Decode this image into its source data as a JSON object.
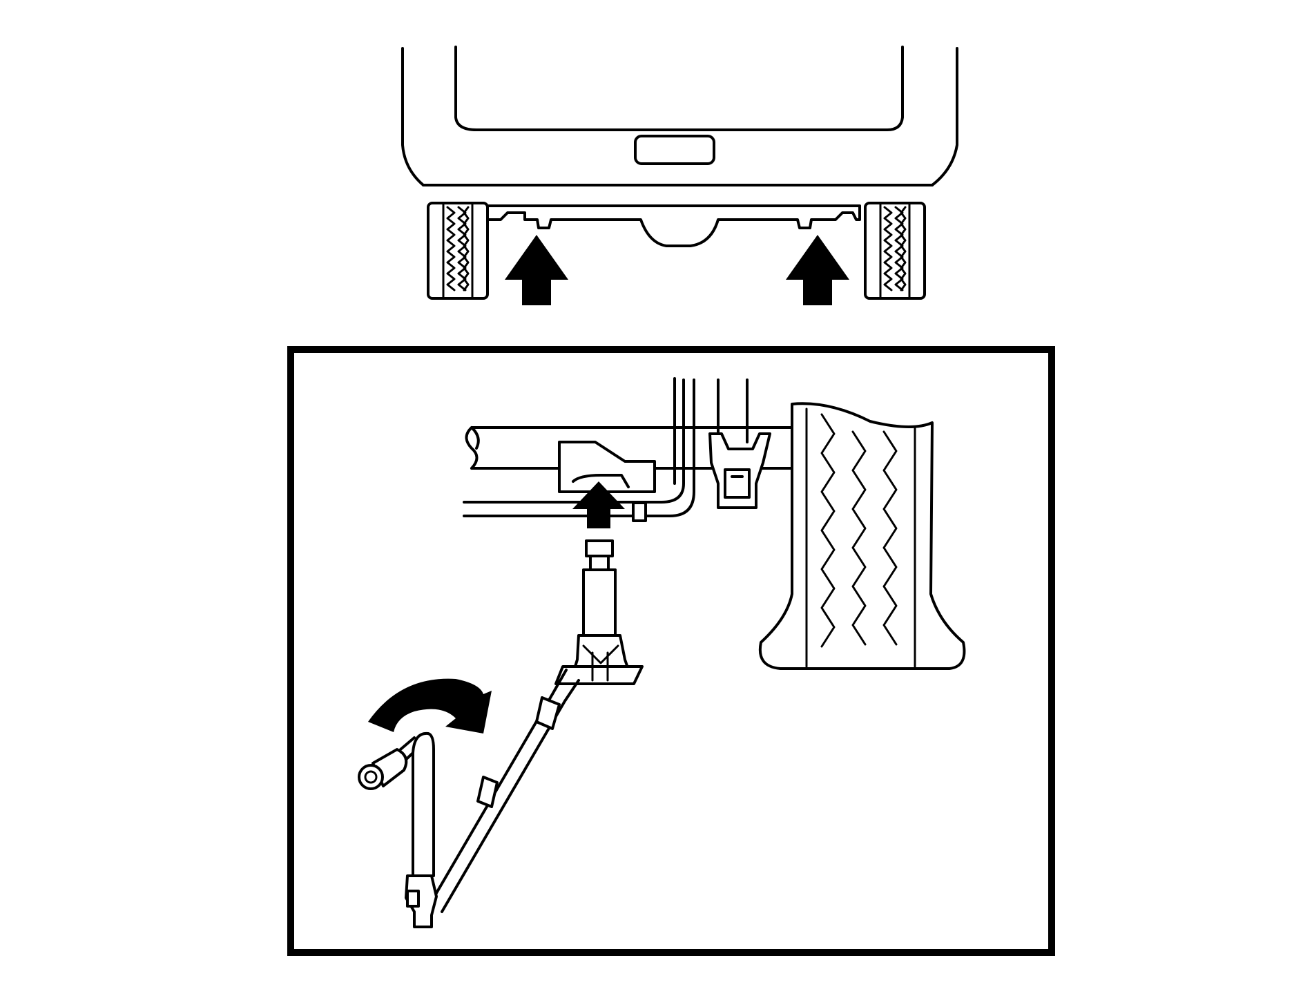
{
  "diagram": {
    "panels": [
      {
        "view": "rear-view-of-vehicle",
        "callouts": [
          "jack-point-arrow-left",
          "jack-point-arrow-right"
        ]
      },
      {
        "view": "detail-jack-under-axle",
        "callouts": [
          "jack-lift-arrow",
          "turn-handle-clockwise-arrow"
        ]
      }
    ],
    "colors": {
      "ink": "#000000",
      "paper": "#ffffff"
    },
    "icons": [
      "up-arrow-icon",
      "rotate-clockwise-arrow-icon",
      "tire-tread-icon",
      "bottle-jack-icon",
      "jack-handle-icon"
    ]
  }
}
